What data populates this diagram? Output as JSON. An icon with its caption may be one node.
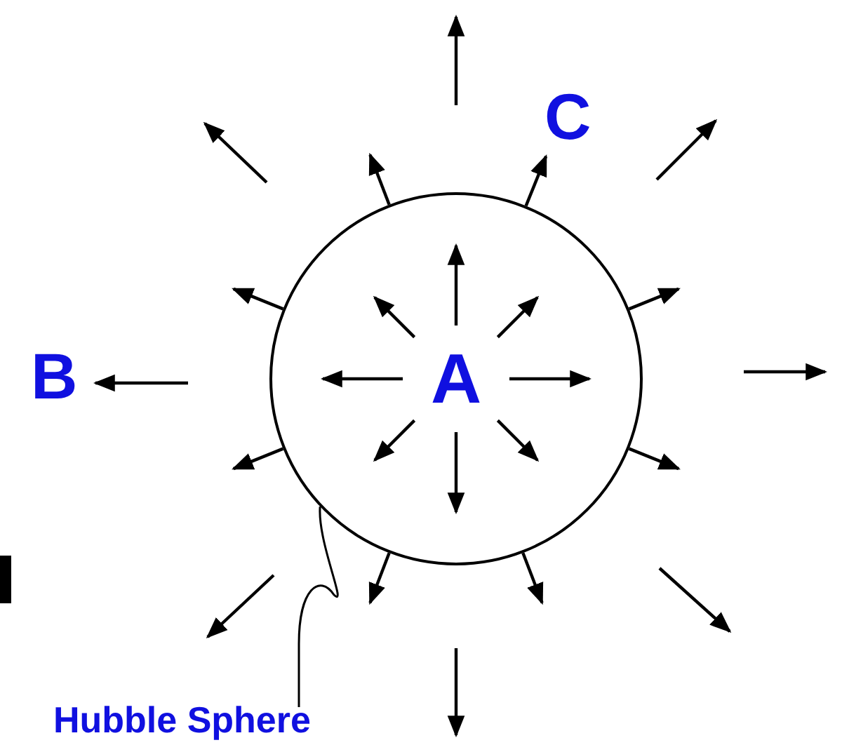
{
  "diagram": {
    "nodes": [
      {
        "text": [
          "A"
        ]
      },
      {
        "text": [
          "Hubble Sphere"
        ]
      }
    ],
    "edges": [
      {
        "from": 1,
        "to": 0,
        "arrow": "none"
      }
    ],
    "labels": [
      "C",
      "B"
    ]
  }
}
